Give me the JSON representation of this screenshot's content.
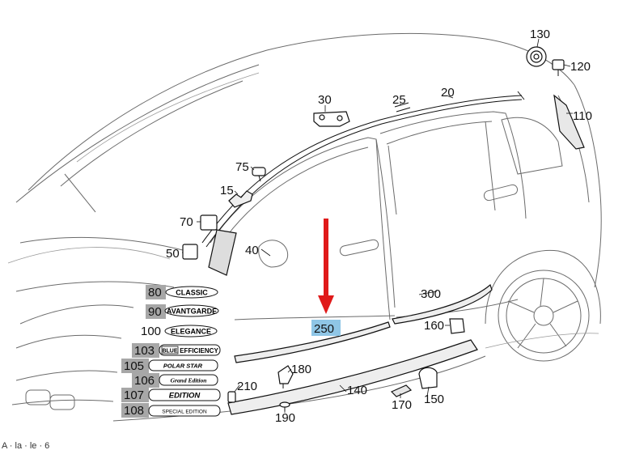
{
  "labels": {
    "l130": "130",
    "l120": "120",
    "l110": "110",
    "l20": "20",
    "l25": "25",
    "l30": "30",
    "l75": "75",
    "l15": "15",
    "l70": "70",
    "l50": "50",
    "l40": "40",
    "l300": "300",
    "l160": "160",
    "l250": "250",
    "l80": "80",
    "l90": "90",
    "l100": "100",
    "l103": "103",
    "l105": "105",
    "l106": "106",
    "l107": "107",
    "l108": "108",
    "l180": "180",
    "l210": "210",
    "l140": "140",
    "l170": "170",
    "l150": "150",
    "l190": "190"
  },
  "badges": {
    "classic": "CLASSIC",
    "avantgarde": "AVANTGARDE",
    "elegance": "ELEGANCE",
    "blue": "BLUE",
    "efficiency": "EFFICIENCY",
    "polarstar": "POLAR STAR",
    "grandedition": "Grand Edition",
    "edition": "EDITION",
    "special": "SPECIAL EDITION"
  },
  "footer_text": "A · la · le · 6",
  "colors": {
    "highlight_gray": "#a7a7a7",
    "highlight_blue": "#8fc6e6",
    "arrow_red": "#e01a1a"
  }
}
